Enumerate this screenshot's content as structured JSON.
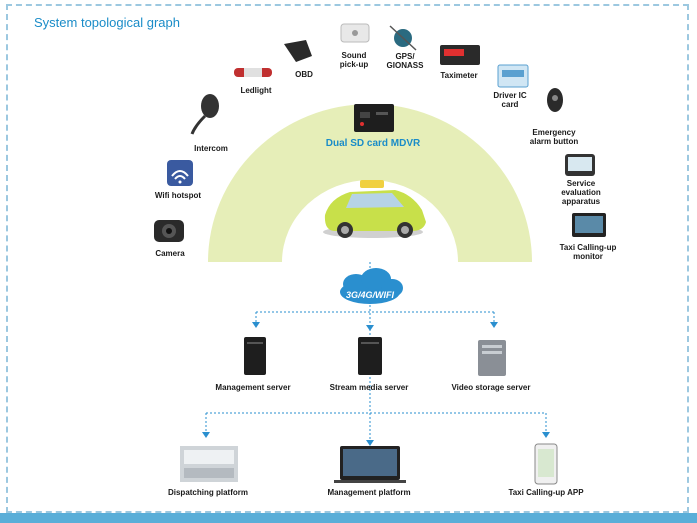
{
  "title": "System topological graph",
  "center": {
    "label": "Dual SD card MDVR"
  },
  "network": {
    "label": "3G/4G/WIFI"
  },
  "peripherals": [
    {
      "id": "camera",
      "label": "Camera"
    },
    {
      "id": "wifi-hotspot",
      "label": "Wifi hotspot"
    },
    {
      "id": "intercom",
      "label": "Intercom"
    },
    {
      "id": "ledlight",
      "label": "Ledlight"
    },
    {
      "id": "obd",
      "label": "OBD"
    },
    {
      "id": "sound-pickup",
      "label": "Sound\npick-up"
    },
    {
      "id": "gps",
      "label": "GPS/\nGIONASS"
    },
    {
      "id": "taximeter",
      "label": "Taximeter"
    },
    {
      "id": "driver-ic-card",
      "label": "Driver IC\ncard"
    },
    {
      "id": "emergency-alarm",
      "label": "Emergency\nalarm button"
    },
    {
      "id": "service-evaluation",
      "label": "Service\nevaluation\napparatus"
    },
    {
      "id": "taxi-calling-monitor",
      "label": "Taxi Calling-up\nmonitor"
    }
  ],
  "servers": [
    {
      "id": "management-server",
      "label": "Management server"
    },
    {
      "id": "stream-media-server",
      "label": "Stream media server"
    },
    {
      "id": "video-storage-server",
      "label": "Video storage server"
    }
  ],
  "platforms": [
    {
      "id": "dispatching-platform",
      "label": "Dispatching platform"
    },
    {
      "id": "management-platform",
      "label": "Management platform"
    },
    {
      "id": "taxi-calling-app",
      "label": "Taxi Calling-up APP"
    }
  ],
  "colors": {
    "accent": "#1a8cc8",
    "arch": "#e6eeb8",
    "connector": "#2a8fcf",
    "taxi": "#c8e04a"
  }
}
